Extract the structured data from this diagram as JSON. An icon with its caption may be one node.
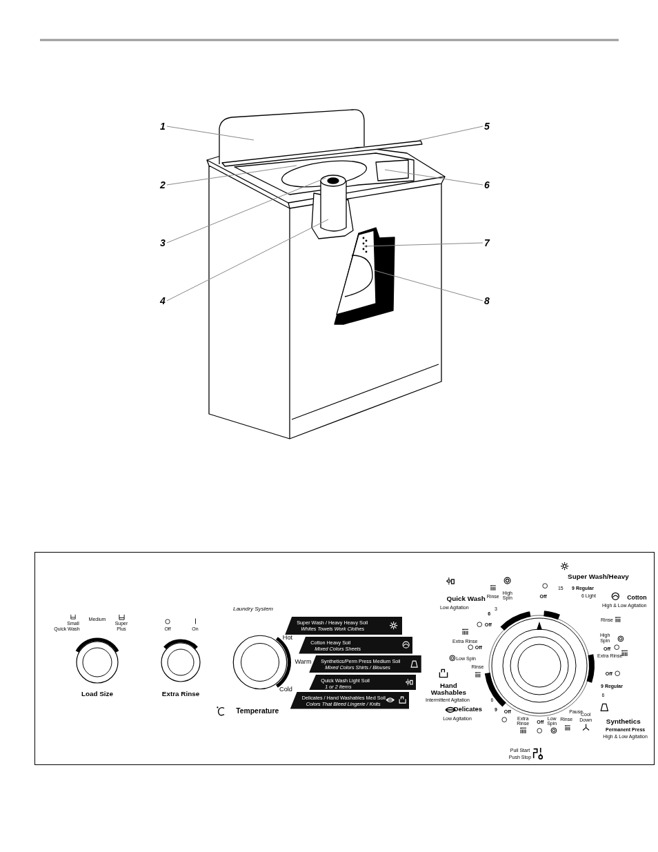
{
  "diagram": {
    "nodes": [
      {
        "text": [
          "1"
        ]
      },
      {
        "text": [
          "2"
        ]
      },
      {
        "text": [
          "3"
        ]
      },
      {
        "text": [
          "4"
        ]
      },
      {
        "text": [
          "5"
        ]
      },
      {
        "text": [
          "6"
        ]
      },
      {
        "text": [
          "7"
        ]
      },
      {
        "text": [
          "8"
        ]
      },
      {
        "text": [
          "Super Wash / Heavy Heavy Soil",
          "Whites   Towels   Work Clothes"
        ]
      },
      {
        "text": [
          "Cotton Heavy Soil",
          "Mixed Colors   Sheets"
        ]
      },
      {
        "text": [
          "Synthetics/Perm Press Medium Soil",
          "Mixed Colors   Shirts / Blouses"
        ]
      },
      {
        "text": [
          "Quick Wash Light Soil",
          "1 or 2 Items"
        ]
      },
      {
        "text": [
          "Delicates / Hand Washables Med Soil",
          "Colors That Bleed   Lingerie / Knits"
        ]
      }
    ],
    "edges": [
      {
        "from": 0,
        "to": null,
        "arrow": "none"
      },
      {
        "from": 1,
        "to": null,
        "arrow": "none"
      },
      {
        "from": 2,
        "to": null,
        "arrow": "none"
      },
      {
        "from": 3,
        "to": null,
        "arrow": "none"
      },
      {
        "from": 4,
        "to": null,
        "arrow": "none"
      },
      {
        "from": 5,
        "to": null,
        "arrow": "none"
      },
      {
        "from": 6,
        "to": null,
        "arrow": "none"
      },
      {
        "from": 7,
        "to": null,
        "arrow": "none"
      }
    ],
    "labels": [
      "Small",
      "Quick Wash",
      "Medium",
      "Super",
      "Plus",
      "Off",
      "On",
      "Load Size",
      "Extra Rinse",
      "Laundry System",
      "Hot",
      "Warm",
      "Cold",
      "Temperature",
      "Super Wash/Heavy",
      "Quick Wash",
      "Low Agitation",
      "Rinse",
      "High Spin",
      "Off",
      "15",
      "9 Regular",
      "6 Light",
      "Cotton",
      "High & Low Agitation",
      "6",
      "3",
      "Off",
      "Extra Rinse",
      "Off",
      "Low Spin",
      "Rinse",
      "High Spin",
      "Off",
      "Extra Rinse",
      "Rinse",
      "Hand Washables",
      "Intermittent Agitation",
      "6",
      "Delicates",
      "Low Agitation",
      "9",
      "Off",
      "Off",
      "9 Regular",
      "6",
      "Extra Rinse",
      "Off",
      "Low Spin",
      "Rinse",
      "Pause",
      "Cool Down",
      "Synthetics",
      "Permanent Press",
      "High & Low Agitation",
      "Pull Start",
      "Push Stop"
    ]
  }
}
